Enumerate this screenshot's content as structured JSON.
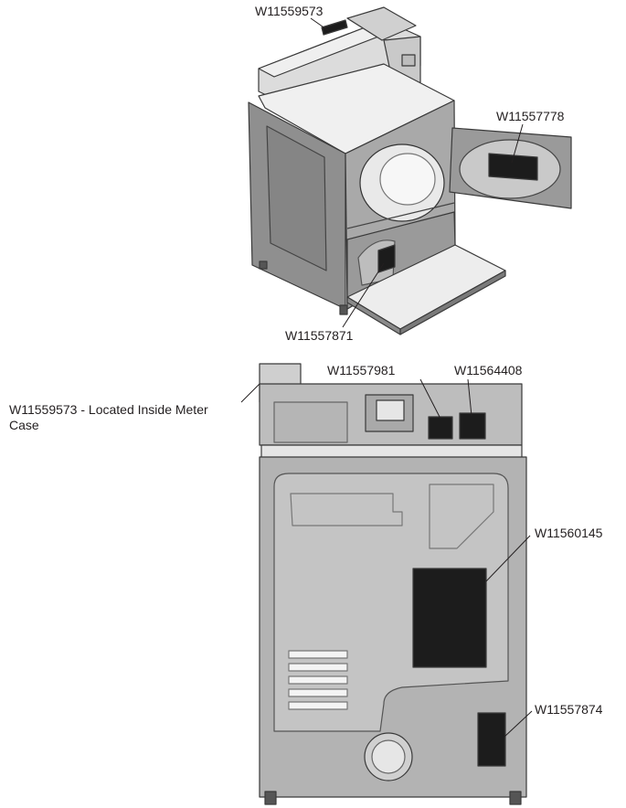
{
  "figure": {
    "labels": {
      "top_control_label": "W11559573",
      "door_label": "W11557778",
      "lint_area_label": "W11557871",
      "meter_case_note": "W11559573 - Located Inside Meter Case",
      "rear_left_label": "W11557981",
      "rear_right_label": "W11564408",
      "rear_panel_large_label": "W11560145",
      "rear_panel_bottom_label": "W11557874"
    }
  }
}
